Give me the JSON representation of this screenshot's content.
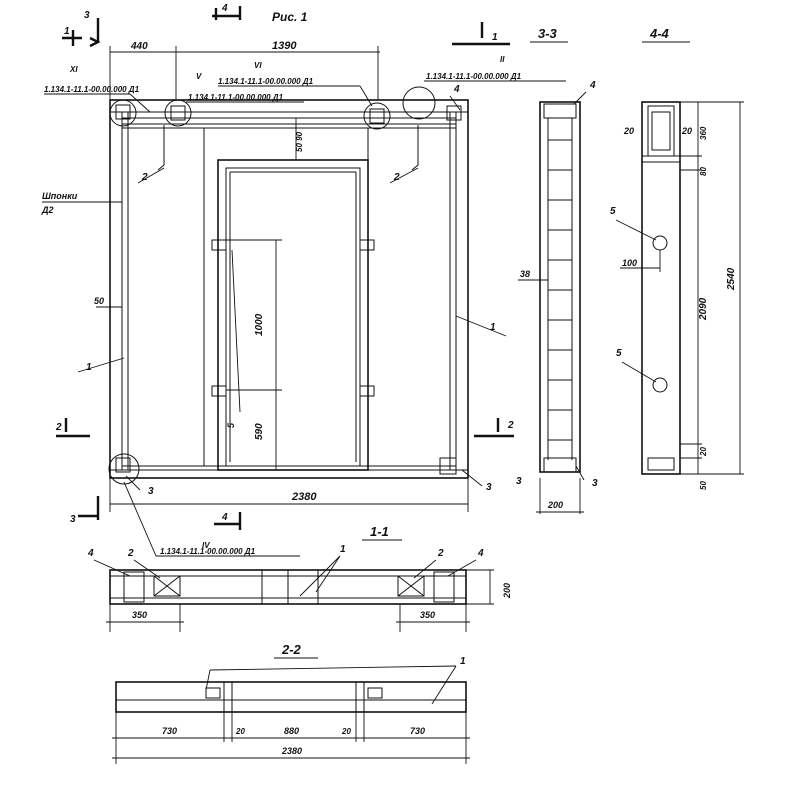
{
  "figure": {
    "title": "Рис. 1",
    "left_note_line1": "Шпонки",
    "left_note_line2": "Д2"
  },
  "section_labels": {
    "s33": "3-3",
    "s44": "4-4",
    "s11": "1-1",
    "s22": "2-2",
    "cut1": "1",
    "cut2": "2",
    "cut3": "3",
    "cut4": "4"
  },
  "node_refs": {
    "xi_roman": "XI",
    "xi_code": "1.134.1-11.1-00.00.000 Д1",
    "v_roman": "V",
    "v_code": "1.134.1-11.1-00.00.000 Д1",
    "vi_roman": "VI",
    "vi_code": "1.134.1-11.1-00.00.000 Д1",
    "ii_roman": "II",
    "ii_code": "1.134.1-11.1-00.00.000 Д1",
    "iv_roman": "IV",
    "iv_code": "1.134.1-11.1-00.00.000 Д1"
  },
  "positions": {
    "p1": "1",
    "p2": "2",
    "p3": "3",
    "p4": "4",
    "p5": "5"
  },
  "dimensions": {
    "top_left": "440",
    "top_span": "1390",
    "d50_90": "50 90",
    "d50": "50",
    "d1000": "1000",
    "d590": "590",
    "d5": "5",
    "d2380": "2380",
    "d38": "38",
    "d200": "200",
    "d20a": "20",
    "d20b": "20",
    "d360": "360",
    "d80": "80",
    "d100": "100",
    "d2090": "2090",
    "d2540": "2540",
    "d20c": "20",
    "d50b": "50",
    "d350a": "350",
    "d350b": "350",
    "d200b": "200",
    "d730a": "730",
    "d20d": "20",
    "d880": "880",
    "d20e": "20",
    "d730b": "730",
    "d2380b": "2380"
  }
}
